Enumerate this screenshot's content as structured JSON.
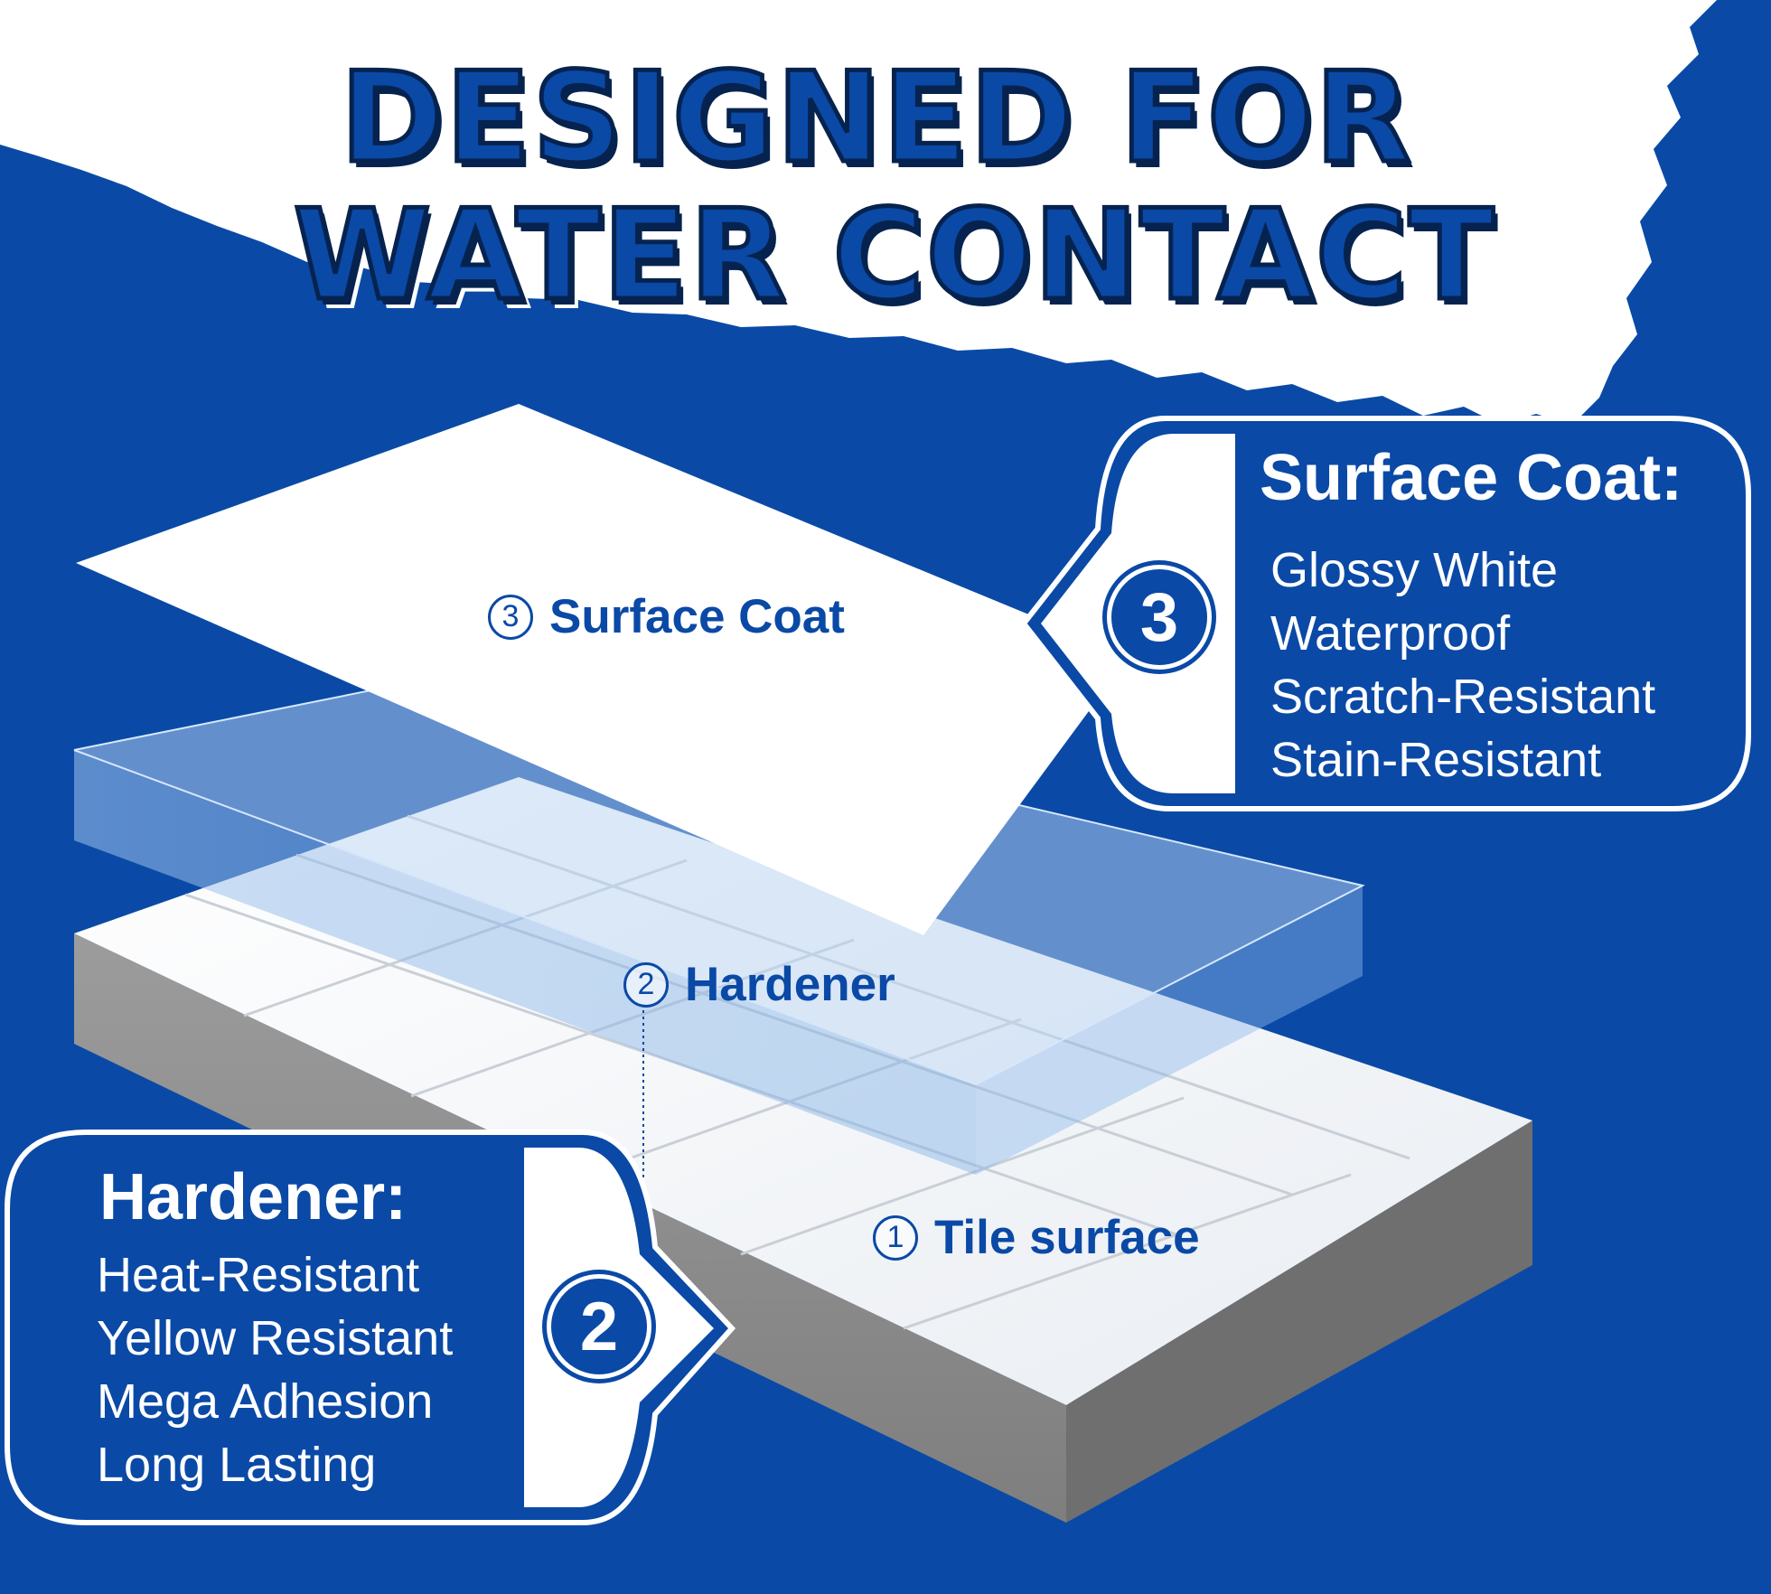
{
  "headline": {
    "line1": "DESIGNED FOR",
    "line2": "WATER CONTACT"
  },
  "layers": [
    {
      "number": "3",
      "name": "Surface Coat"
    },
    {
      "number": "2",
      "name": "Hardener"
    },
    {
      "number": "1",
      "name": "Tile surface"
    }
  ],
  "callouts": {
    "surface_coat": {
      "number": "3",
      "title": "Surface Coat:",
      "features": [
        "Glossy White",
        "Waterproof",
        "Scratch-Resistant",
        "Stain-Resistant"
      ]
    },
    "hardener": {
      "number": "2",
      "title": "Hardener:",
      "features": [
        "Heat-Resistant",
        "Yellow Resistant",
        "Mega Adhesion",
        "Long Lasting"
      ]
    }
  },
  "colors": {
    "brand_blue": "#0a49a6",
    "background_blue": "#0a4aa6",
    "white": "#ffffff",
    "tile_side_gray": "#8e8e8e"
  }
}
